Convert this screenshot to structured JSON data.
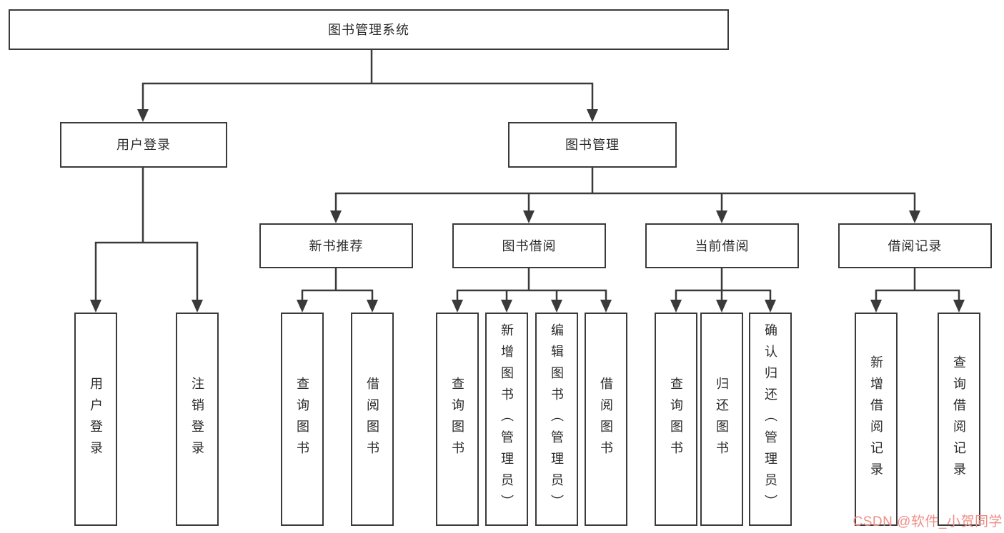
{
  "diagram": {
    "root": {
      "label": "图书管理系统"
    },
    "level2": {
      "user_login": {
        "label": "用户登录",
        "children": [
          "用户登录",
          "注销登录"
        ]
      },
      "book_mgmt": {
        "label": "图书管理"
      }
    },
    "level3": {
      "new_book_rec": {
        "label": "新书推荐",
        "children": [
          "查询图书",
          "借阅图书"
        ]
      },
      "book_borrow": {
        "label": "图书借阅",
        "children": [
          "查询图书",
          "新增图书（管理员）",
          "编辑图书（管理员）",
          "借阅图书"
        ]
      },
      "current_borrow": {
        "label": "当前借阅",
        "children": [
          "查询图书",
          "归还图书",
          "确认归还（管理员）"
        ]
      },
      "borrow_record": {
        "label": "借阅记录",
        "children": [
          "新增借阅记录",
          "查询借阅记录"
        ]
      }
    }
  },
  "watermark": {
    "text": "CSDN @软件_小贺同学"
  },
  "colors": {
    "line": "#3a3a3a",
    "box_border": "#3a3a3a",
    "text": "#2b2b2b",
    "watermark": "#ef8e86",
    "background": "#ffffff"
  }
}
